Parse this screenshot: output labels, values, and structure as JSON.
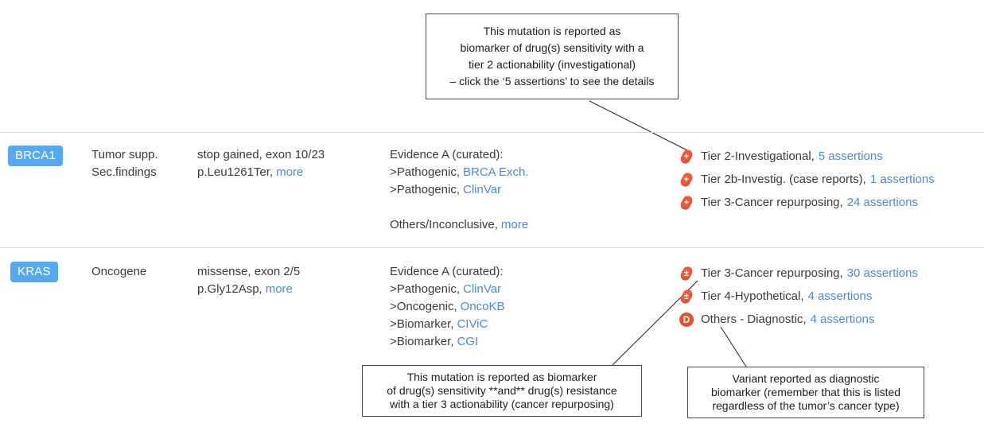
{
  "colors": {
    "badge_blue": "#56a9f1",
    "link_blue": "#4a89dc",
    "icon_orange": "#f0583a",
    "icon_red_orange": "#e8512e",
    "divider_gray": "#d8d8d8",
    "text_dark": "#3a3a3a"
  },
  "callouts": {
    "top": {
      "line1": "This mutation is reported as",
      "line2": "biomarker of drug(s) sensitivity with a",
      "line3": "tier 2 actionability (investigational)",
      "line4": "– click the ‘5 assertions’ to see the details"
    },
    "bottom_left": {
      "line1": "This mutation is reported as biomarker",
      "line2": "of drug(s) sensitivity **and** drug(s) resistance",
      "line3": "with a tier 3 actionability (cancer repurposing)"
    },
    "bottom_right": {
      "line1": "Variant reported as diagnostic",
      "line2": "biomarker (remember that this is listed",
      "line3": "regardless of the tumor’s cancer type)"
    }
  },
  "table": {
    "rows": [
      {
        "gene": "BRCA1",
        "role_line1": "Tumor supp.",
        "role_line2": "Sec.findings",
        "variant_line1": "stop gained, exon 10/23",
        "variant_line2_prefix": "p.Leu1261Ter,",
        "variant_more": "more",
        "evidence_header": "Evidence A (curated):",
        "evidence_items": [
          {
            "prefix": ">Pathogenic,",
            "link": "BRCA Exch."
          },
          {
            "prefix": ">Pathogenic,",
            "link": "ClinVar"
          }
        ],
        "evidence_footer_prefix": "Others/Inconclusive,",
        "evidence_footer_link": "more",
        "tiers": [
          {
            "icon": "pill-plus",
            "glyph": "+",
            "label": "Tier 2-Investigational,",
            "link": "5 assertions"
          },
          {
            "icon": "pill-plus",
            "glyph": "+",
            "label": "Tier 2b-Investig. (case reports),",
            "link": "1 assertions"
          },
          {
            "icon": "pill-plus",
            "glyph": "+",
            "label": "Tier 3-Cancer repurposing,",
            "link": "24 assertions"
          }
        ]
      },
      {
        "gene": "KRAS",
        "role_line1": "Oncogene",
        "variant_line1": "missense, exon 2/5",
        "variant_line2_prefix": "p.Gly12Asp,",
        "variant_more": "more",
        "evidence_header": "Evidence A (curated):",
        "evidence_items": [
          {
            "prefix": ">Pathogenic,",
            "link": "ClinVar"
          },
          {
            "prefix": ">Oncogenic,",
            "link": "OncoKB"
          },
          {
            "prefix": ">Biomarker,",
            "link": "CIViC"
          },
          {
            "prefix": ">Biomarker,",
            "link": "CGI"
          }
        ],
        "tiers": [
          {
            "icon": "pill-plus-minus",
            "glyph": "±",
            "label": "Tier 3-Cancer repurposing,",
            "link": "30 assertions"
          },
          {
            "icon": "pill-plus-minus",
            "glyph": "±",
            "label": "Tier 4-Hypothetical,",
            "link": "4 assertions"
          },
          {
            "icon": "circle-d",
            "glyph": "D",
            "label": "Others - Diagnostic,",
            "link": "4 assertions"
          }
        ]
      }
    ]
  }
}
